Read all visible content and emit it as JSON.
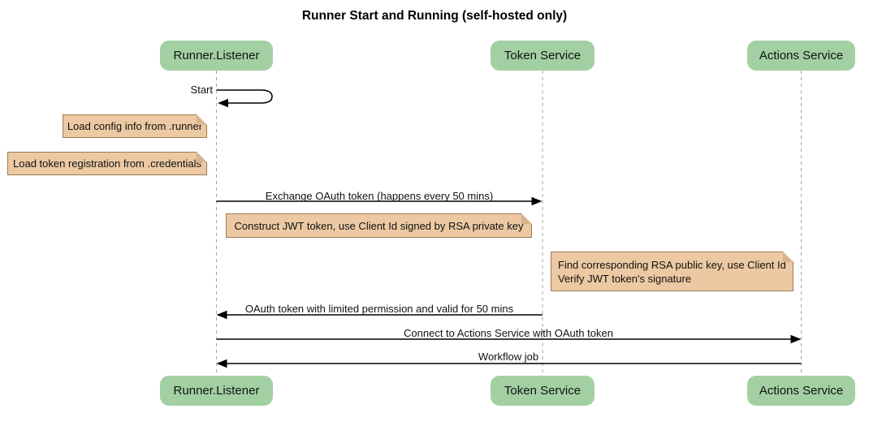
{
  "title": "Runner Start and Running (self-hosted only)",
  "participants": [
    {
      "name": "Runner.Listener"
    },
    {
      "name": "Token Service"
    },
    {
      "name": "Actions Service"
    }
  ],
  "messages": {
    "start": "Start",
    "exchange_oauth": "Exchange OAuth token (happens every 50 mins)",
    "oauth_return": "OAuth token with limited permission and valid for 50 mins",
    "connect": "Connect to Actions Service with OAuth token",
    "workflow_job": "Workflow job"
  },
  "notes": {
    "load_config": "Load config info from .runner",
    "load_credentials": "Load token registration from .credentials",
    "construct_jwt": "Construct JWT token, use Client Id signed by RSA private key",
    "verify_line1": "Find corresponding RSA public key, use Client Id",
    "verify_line2": "Verify JWT token's signature"
  },
  "colors": {
    "participant_fill": "#a3d0a3",
    "note_fill": "#ecc9a3",
    "note_border": "#9e7b50",
    "lifeline": "#a6a6a6",
    "arrow": "#000000"
  }
}
